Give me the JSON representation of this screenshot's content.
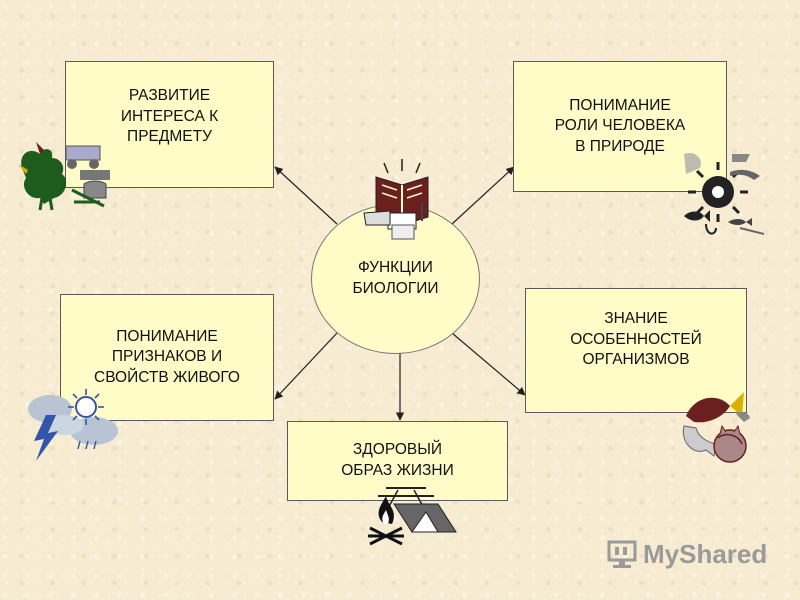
{
  "center": {
    "label": "ФУНКЦИИ\nБИОЛОГИИ"
  },
  "boxes": {
    "top_left": "РАЗВИТИЕ\nИНТЕРЕСА К\nПРЕДМЕТУ",
    "top_right": "ПОНИМАНИЕ\nРОЛИ ЧЕЛОВЕКА\nВ ПРИРОДЕ",
    "mid_left": "ПОНИМАНИЕ\nПРИЗНАКОВ И\nСВОЙСТВ ЖИВОГО",
    "mid_right": "ЗНАНИЕ\nОСОБЕННОСТЕЙ\nОРГАНИЗМОВ",
    "bottom": "ЗДОРОВЫЙ\nОБРАЗ ЖИЗНИ"
  },
  "watermark": {
    "text": "MyShared"
  },
  "colors": {
    "background": "#f7ecd2",
    "box_fill": "#fffcc8",
    "icon_dark": "#222222",
    "icon_green": "#1e5c1e",
    "icon_maroon": "#6b1f1f",
    "icon_blue": "#3355aa",
    "logo_gray": "#9a9a9a"
  },
  "icons": [
    "book-icon",
    "farm-rooster-icon",
    "sun-water-fish-icon",
    "weather-lightning-icon",
    "fish-cat-animals-icon",
    "campfire-tent-icon",
    "logo-mark-icon"
  ]
}
